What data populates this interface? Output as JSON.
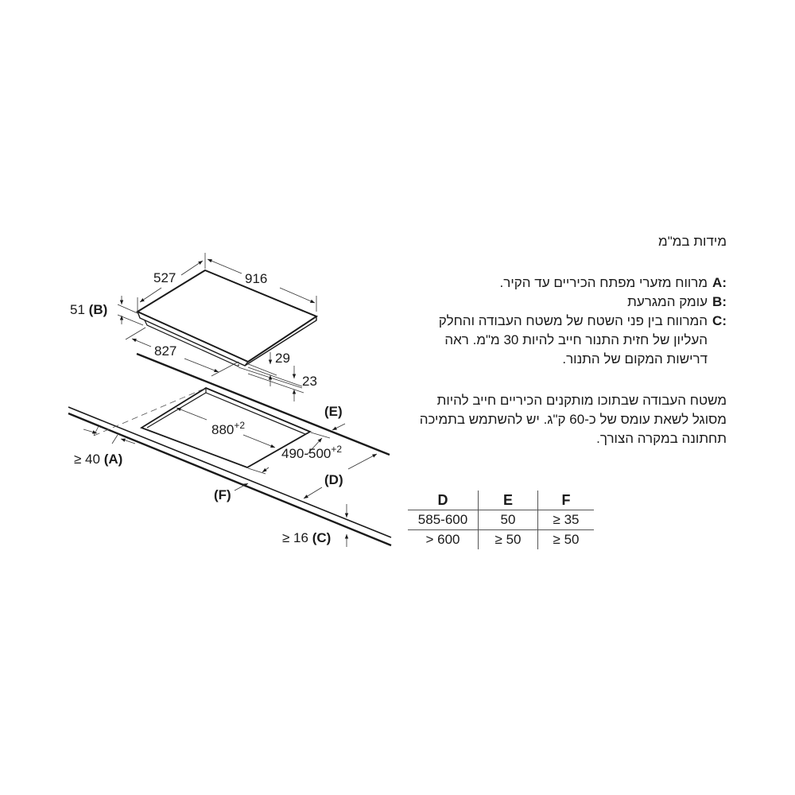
{
  "diagram": {
    "dimensions": {
      "depth": "527",
      "width": "916",
      "height_b": "51",
      "height_b_key": "(B)",
      "inner_width": "827",
      "inner_height": "29",
      "base_height": "23",
      "cutout_width": "880",
      "cutout_width_tol": "+2",
      "cutout_depth": "490-500",
      "cutout_depth_tol": "+2",
      "min_wall": "≥ 40",
      "min_wall_key": "(A)",
      "min_thickness": "≥ 16",
      "min_thickness_key": "(C)",
      "label_d": "(D)",
      "label_e": "(E)",
      "label_f": "(F)"
    }
  },
  "text": {
    "units_title": "מידות במ\"מ",
    "legend": [
      {
        "key": "A:",
        "text": "מרווח מזערי מפתח הכיריים עד הקיר."
      },
      {
        "key": "B:",
        "text": "עומק המגרעת"
      },
      {
        "key": "C:",
        "text": "המרווח בין פני השטח של משטח העבודה והחלק העליון של חזית התנור חייב להיות 30 מ\"מ. ראה דרישות המקום של התנור."
      }
    ],
    "note": "משטח העבודה שבתוכו מותקנים הכיריים חייב להיות מסוגל לשאת עומס של כ-60 ק\"ג. יש להשתמש בתמיכה תחתונה במקרה הצורך."
  },
  "table": {
    "headers": [
      "D",
      "E",
      "F"
    ],
    "rows": [
      [
        "585-600",
        "50",
        "≥ 35"
      ],
      [
        "> 600",
        "≥ 50",
        "≥ 50"
      ]
    ]
  }
}
